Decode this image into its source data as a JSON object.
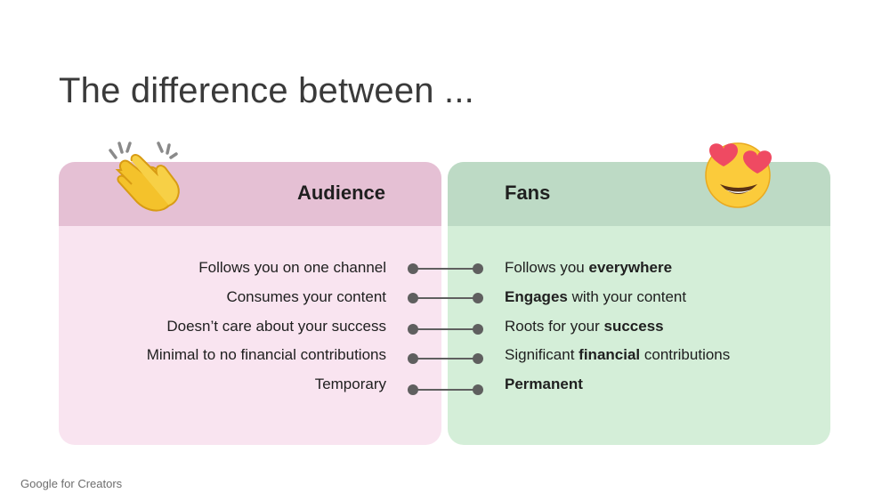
{
  "title": "The difference between ...",
  "audience": {
    "heading": "Audience",
    "items": [
      "Follows you on one channel",
      "Consumes your content",
      "Doesn’t care about your success",
      "Minimal to no financial contributions",
      "Temporary"
    ]
  },
  "fans": {
    "heading": "Fans",
    "items": [
      {
        "pre": "Follows you ",
        "bold": "everywhere",
        "post": ""
      },
      {
        "pre": "",
        "bold": "Engages",
        "post": " with your content"
      },
      {
        "pre": "Roots for your ",
        "bold": "success",
        "post": ""
      },
      {
        "pre": "Significant ",
        "bold": "financial",
        "post": " contributions"
      },
      {
        "pre": "",
        "bold": "Permanent",
        "post": ""
      }
    ]
  },
  "icons": {
    "audience_emoji": "clapping-hands-icon",
    "fans_emoji": "heart-eyes-smiley-icon"
  },
  "colors": {
    "audience_header": "#e5c0d4",
    "audience_body": "#f9e4f0",
    "fans_header": "#bddac5",
    "fans_body": "#d4eed8",
    "connector": "#5f5f5f"
  },
  "footer": "Google for Creators"
}
